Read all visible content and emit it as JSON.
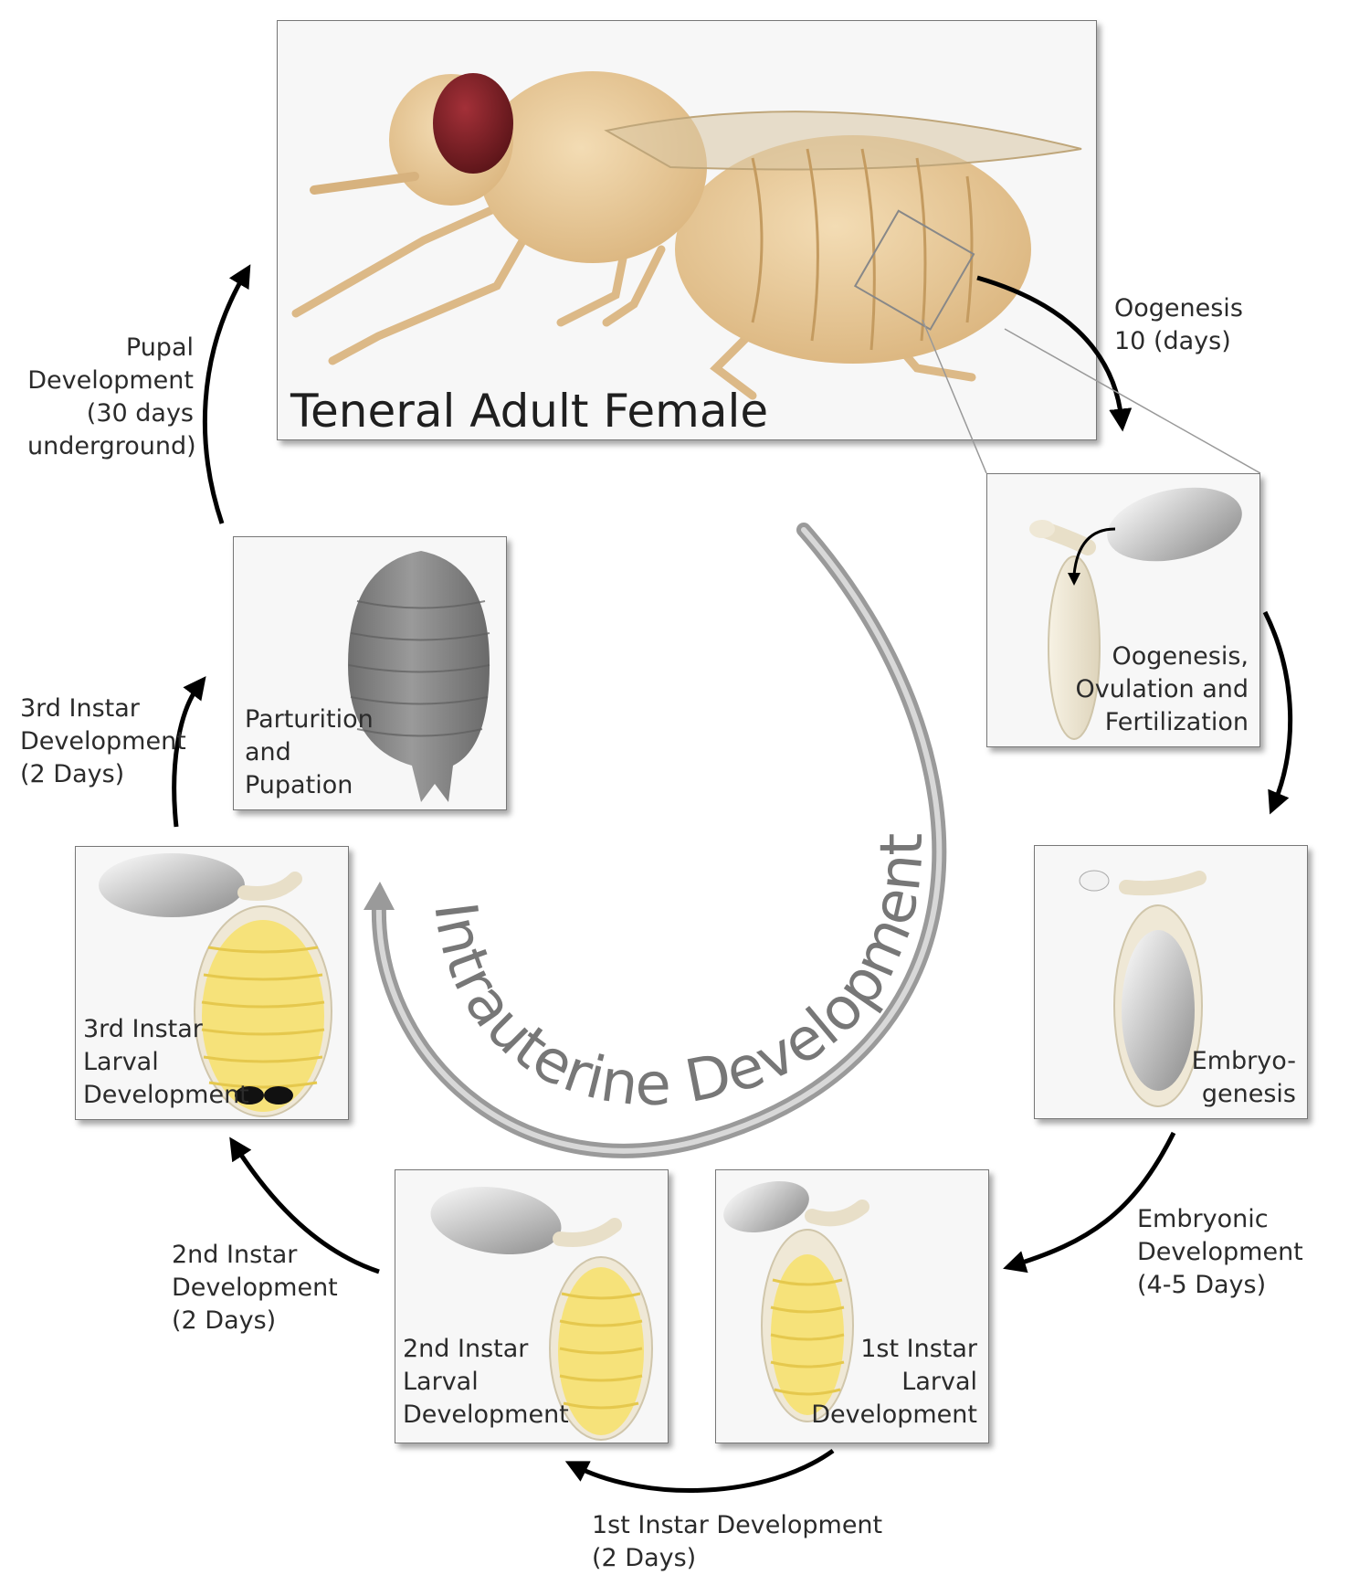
{
  "colors": {
    "fly_body": "#e8c99a",
    "fly_shade": "#c9a26a",
    "eye": "#7a1f24",
    "larva": "#f6e27a",
    "uterus": "#efe8d6",
    "egg_gray": "#9c9c9c",
    "puparium": "#8e8e8e",
    "arrow": "#000000",
    "intrauterine_arc": "#8f8f8f"
  },
  "adult_panel": {
    "label": "Teneral Adult Female"
  },
  "panels": {
    "ovulation": {
      "label": "Oogenesis,\nOvulation and\nFertilization"
    },
    "embryo": {
      "label": "Embryo-\ngenesis"
    },
    "first_instar": {
      "label": "1st Instar\nLarval\nDevelopment"
    },
    "second_instar": {
      "label": "2nd Instar\nLarval\nDevelopment"
    },
    "third_instar": {
      "label": "3rd Instar\nLarval\nDevelopment"
    },
    "pupation": {
      "label": "Parturition\nand\nPupation"
    }
  },
  "steps": {
    "oogenesis": "Oogenesis\n10 (days)",
    "embryonic": "Embryonic\nDevelopment\n(4-5 Days)",
    "first_instar_dev": "1st Instar Development\n(2 Days)",
    "second_instar_dev": "2nd Instar\nDevelopment\n(2 Days)",
    "third_instar_dev": "3rd Instar\nDevelopment\n(2 Days)",
    "pupal": "Pupal\nDevelopment\n(30 days\nunderground)"
  },
  "intrauterine_label": "Intrauterine Development"
}
